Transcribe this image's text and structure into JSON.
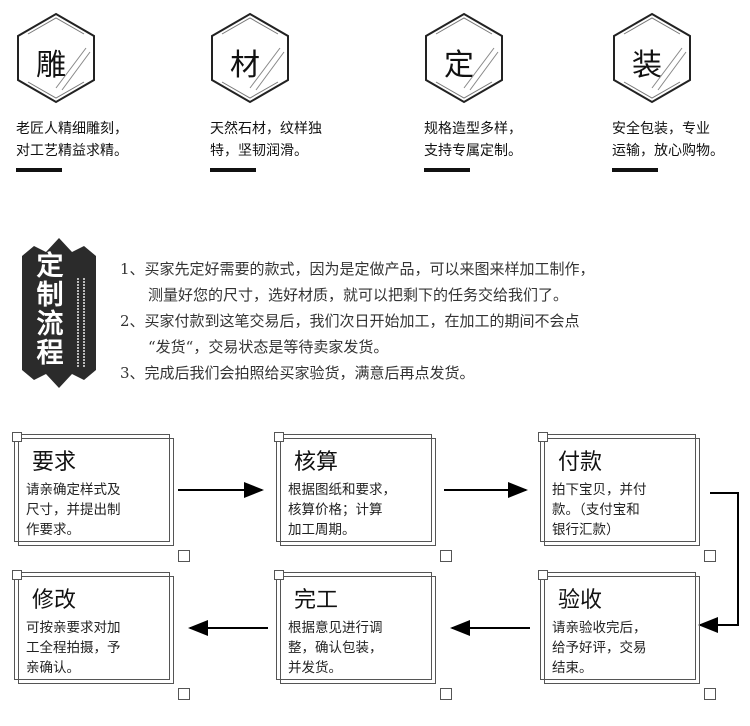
{
  "features": [
    {
      "char": "雕",
      "lines": [
        "老匠人精细雕刻，",
        "对工艺精益求精。"
      ]
    },
    {
      "char": "材",
      "lines": [
        "天然石材，纹样独",
        "特，坚韧润滑。"
      ]
    },
    {
      "char": "定",
      "lines": [
        "规格造型多样，",
        "支持专属定制。"
      ]
    },
    {
      "char": "装",
      "lines": [
        "安全包装，专业",
        "运输，放心购物。"
      ]
    }
  ],
  "banner": {
    "title": "定制流程"
  },
  "process": [
    "1、买家先定好需要的款式，因为是定做产品，可以来图来样加工制作，",
    "测量好您的尺寸，选好材质，就可以把剩下的任务交给我们了。",
    "2、买家付款到这笔交易后，我们次日开始加工，在加工的期间不会点",
    "“发货“，交易状态是等待卖家发货。",
    "3、完成后我们会拍照给买家验货，满意后再点发货。"
  ],
  "steps": [
    {
      "title": "要求",
      "lines": [
        "请亲确定样式及",
        "尺寸，并提出制",
        "作要求。"
      ]
    },
    {
      "title": "核算",
      "lines": [
        "根据图纸和要求，",
        "核算价格；计算",
        "加工周期。"
      ]
    },
    {
      "title": "付款",
      "lines": [
        "拍下宝贝，并付",
        "款。（支付宝和",
        "银行汇款）"
      ]
    },
    {
      "title": "修改",
      "lines": [
        "可按亲要求对加",
        "工全程拍摄，予",
        "亲确认。"
      ]
    },
    {
      "title": "完工",
      "lines": [
        "根据意见进行调",
        "整，确认包装，",
        "并发货。"
      ]
    },
    {
      "title": "验收",
      "lines": [
        "请亲验收完后，",
        "给予好评，交易",
        "结束。"
      ]
    }
  ]
}
